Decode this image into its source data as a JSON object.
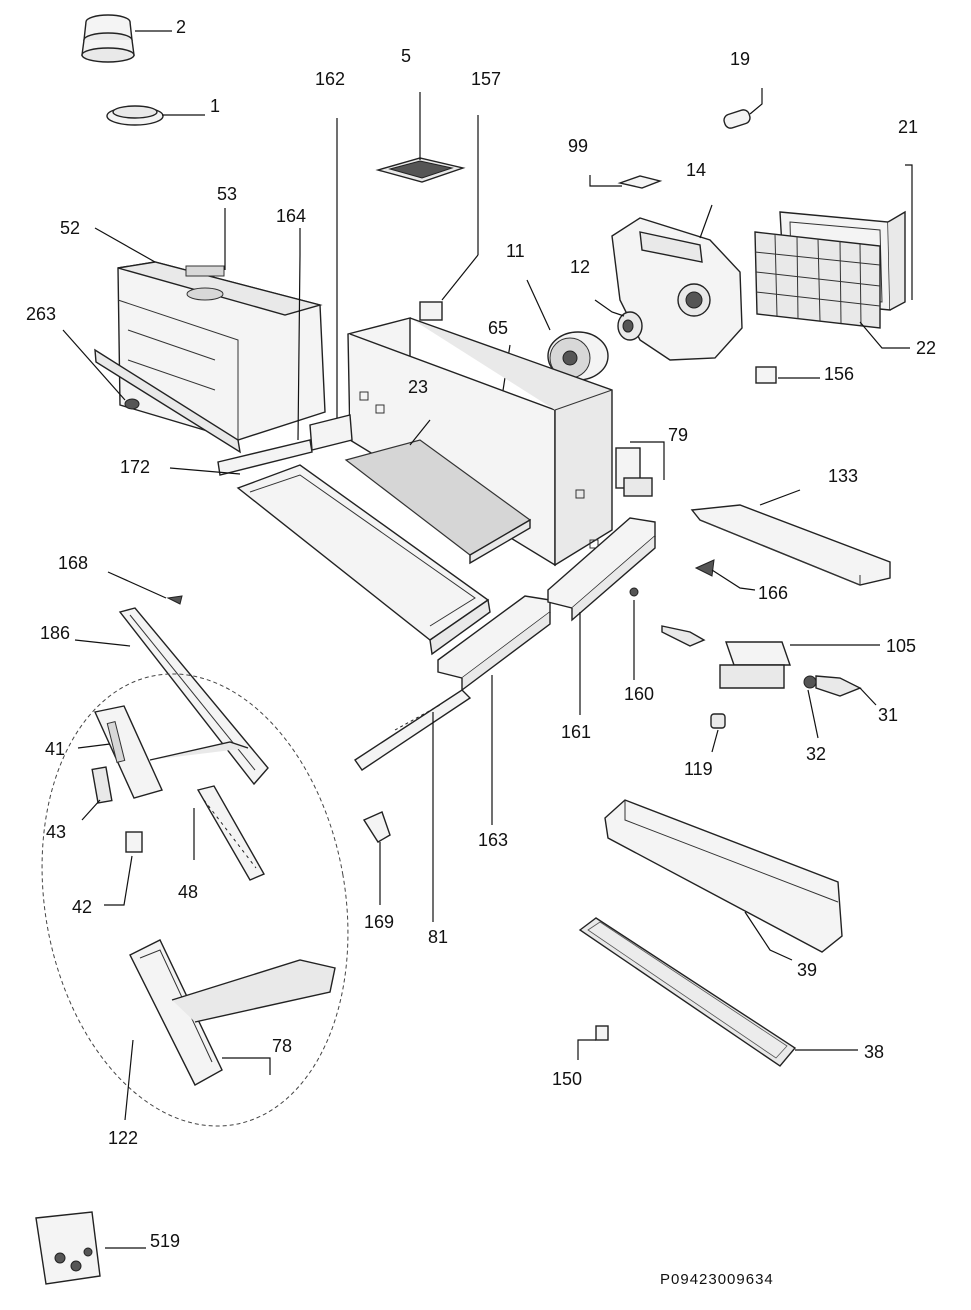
{
  "diagram": {
    "part_numbers": {
      "p2": "2",
      "p1": "1",
      "p5": "5",
      "p157": "157",
      "p162": "162",
      "p19": "19",
      "p21": "21",
      "p99": "99",
      "p14": "14",
      "p53": "53",
      "p52": "52",
      "p164": "164",
      "p11": "11",
      "p12": "12",
      "p65": "65",
      "p263": "263",
      "p23": "23",
      "p22": "22",
      "p156": "156",
      "p79": "79",
      "p172": "172",
      "p133": "133",
      "p168": "168",
      "p166": "166",
      "p186": "186",
      "p105": "105",
      "p160": "160",
      "p161": "161",
      "p31": "31",
      "p32": "32",
      "p41": "41",
      "p119": "119",
      "p43": "43",
      "p163": "163",
      "p48": "48",
      "p42": "42",
      "p169": "169",
      "p81": "81",
      "p39": "39",
      "p78": "78",
      "p38": "38",
      "p150": "150",
      "p122": "122",
      "p519": "519"
    },
    "drawing_code": "P09423009634"
  }
}
